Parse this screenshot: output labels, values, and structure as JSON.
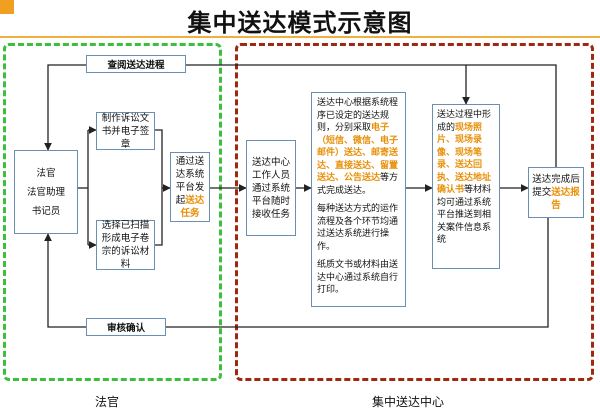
{
  "title": "集中送达模式示意图",
  "zones": {
    "judge": "法官",
    "center": "集中送达中心"
  },
  "roles": [
    "法官",
    "法官助理",
    "书记员"
  ],
  "top_bar": "查阅送达进程",
  "bottom_bar": "审核确认",
  "step_make": "制作诉讼文书并电子签章",
  "step_scan": "选择已扫描形成电子卷宗的诉讼材料",
  "step_publish": {
    "text": "通过送达系统平台发起",
    "highlight": "送达任务"
  },
  "step_receive": "送达中心工作人员通过系统平台随时接收任务",
  "step_process": {
    "p1_a": "送达中心根据系统程序已设定的送达规则，分别采取",
    "p1_hl": "电子（短信、微信、电子邮件）送达、邮寄送达、直接送达、留置送达、公告送达",
    "p1_b": "等方式完成送达。",
    "p2": "每种送达方式的运作流程及各个环节均通过送达系统进行操作。",
    "p3": "纸质文书或材料由送达中心通过系统自行打印。"
  },
  "step_record": {
    "a": "送达过程中形成的",
    "hl": "现场照片、现场录像、现场笔录、送达回执、送达地址确认书",
    "b": "等材料均可通过系统平台推送到相关案件信息系统"
  },
  "step_report": {
    "text": "送达完成后提交",
    "highlight": "送达报告"
  },
  "colors": {
    "judge_zone": "#3cbf3c",
    "center_zone": "#a02810",
    "highlight": "#e8900a",
    "box_border": "#6b8fb0"
  }
}
